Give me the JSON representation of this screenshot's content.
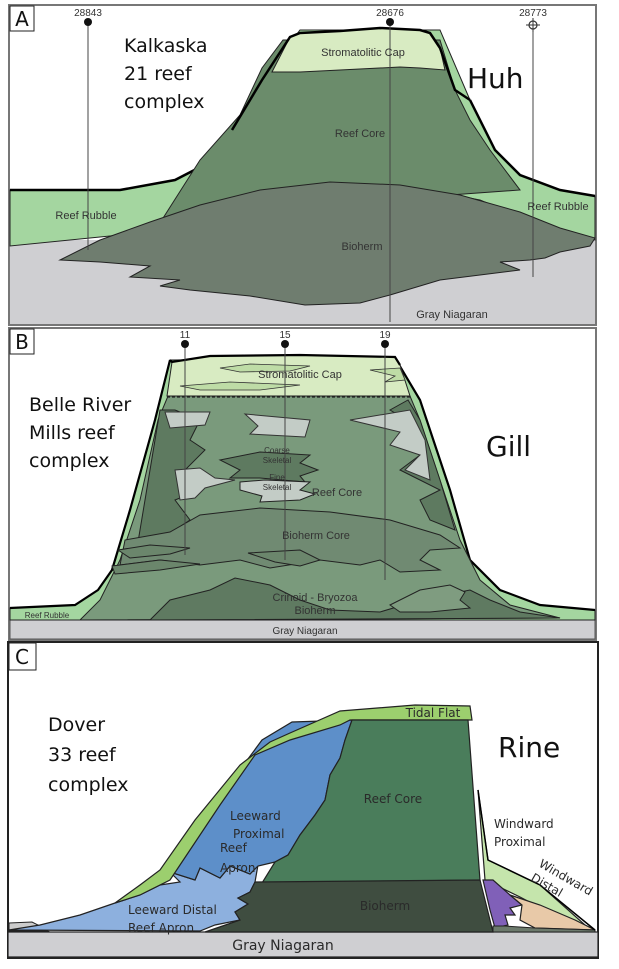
{
  "colors": {
    "rubble": "#a4d6a0",
    "cap": "#d8ebc2",
    "core_a": "#6b8c6b",
    "bioherm_a": "#6f7d6f",
    "niagaran": "#cfcfd2",
    "core_b": "#7a9a7c",
    "core_b_dark": "#5e7a60",
    "skeletal": "#c3ccc6",
    "tidal": "#9ccf6e",
    "leeward_prox": "#5d8fc9",
    "leeward_dist": "#8db0de",
    "core_c": "#4a7d5b",
    "bioherm_c": "#3f4d40",
    "windward_prox": "#c5e5ac",
    "purple": "#8060b8",
    "tan": "#e8c9a8"
  },
  "panels": [
    {
      "letter": "A",
      "title_lines": [
        "Kalkaska",
        "21 reef",
        "complex"
      ],
      "name": "Huh",
      "wells": [
        "28843",
        "28676",
        "28773"
      ],
      "units": {
        "cap": "Stromatolitic Cap",
        "core": "Reef Core",
        "rubble_left": "Reef Rubble",
        "rubble_right": "Reef Rubble",
        "bioherm": "Bioherm",
        "base": "Gray Niagaran"
      }
    },
    {
      "letter": "B",
      "title_lines": [
        "Belle River",
        "Mills reef",
        "complex"
      ],
      "name": "Gill",
      "wells": [
        "11",
        "15",
        "19"
      ],
      "units": {
        "cap": "Stromatolitic Cap",
        "coarse": [
          "Coarse",
          "Skeletal"
        ],
        "fine": [
          "Fine",
          "Skeletal"
        ],
        "core": "Reef Core",
        "bioherm_core": "Bioherm Core",
        "crinoid": [
          "Crinoid - Bryozoa",
          "Bioherm"
        ],
        "rubble": "Reef Rubble",
        "base": "Gray Niagaran"
      }
    },
    {
      "letter": "C",
      "title_lines": [
        "Dover",
        "33 reef",
        "complex"
      ],
      "name": "Rine",
      "units": {
        "tidal": "Tidal Flat",
        "core": "Reef Core",
        "leeward_prox": [
          "Leeward",
          "Proximal",
          "Reef",
          "Apron"
        ],
        "leeward_dist": [
          "Leeward Distal",
          "Reef Apron"
        ],
        "bioherm": "Bioherm",
        "windward_prox": [
          "Windward",
          "Proximal"
        ],
        "windward_dist": [
          "Windward",
          "Distal"
        ],
        "base": "Gray Niagaran"
      }
    }
  ]
}
